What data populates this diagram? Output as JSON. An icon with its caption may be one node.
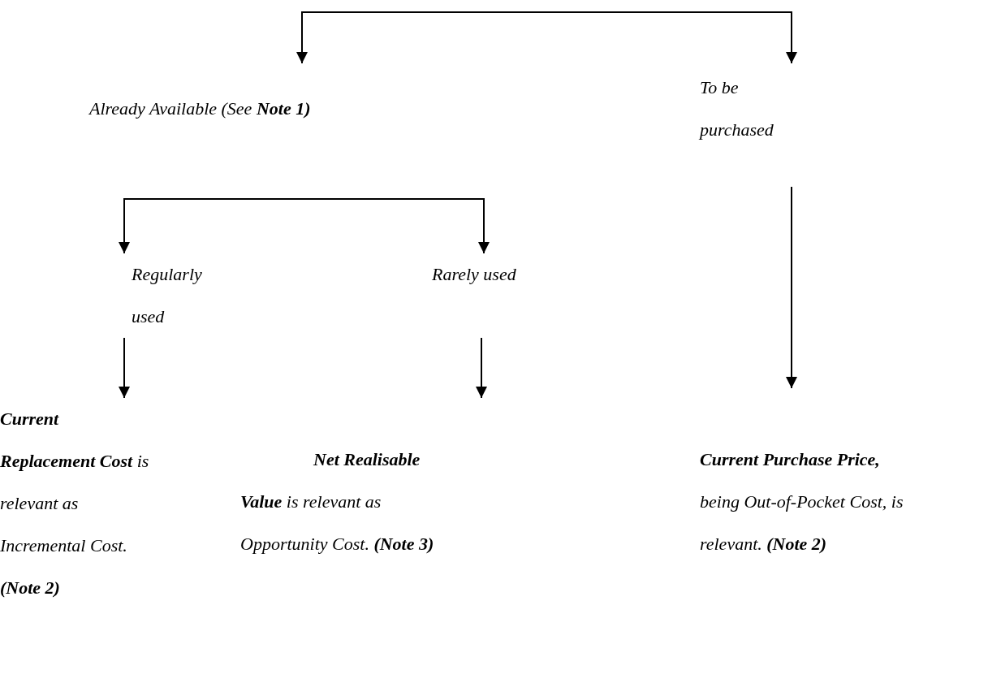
{
  "diagram": {
    "nodes": [
      {
        "text": [
          "Already Available (See **Note 1)**"
        ]
      },
      {
        "text": [
          "To be purchased"
        ]
      },
      {
        "text": [
          "Regularly used"
        ]
      },
      {
        "text": [
          "Rarely used"
        ]
      },
      {
        "text": [
          "**Current Replacement Cost** is relevant as Incremental Cost. **(Note 2)**"
        ]
      },
      {
        "text": [
          "**Net Realisable Value** is relevant as Opportunity Cost. **(Note 3)**"
        ]
      },
      {
        "text": [
          "**Current Purchase Price,** being Out-of-Pocket Cost, is relevant. **(Note 2)**"
        ]
      }
    ],
    "edges": [
      {
        "from": null,
        "to": 0,
        "arrow": "to"
      },
      {
        "from": null,
        "to": 1,
        "arrow": "to"
      },
      {
        "from": null,
        "to": 2,
        "arrow": "to"
      },
      {
        "from": null,
        "to": 3,
        "arrow": "to"
      },
      {
        "from": 2,
        "to": 4,
        "arrow": "to"
      },
      {
        "from": 3,
        "to": 5,
        "arrow": "to"
      },
      {
        "from": 1,
        "to": 6,
        "arrow": "to"
      }
    ]
  }
}
